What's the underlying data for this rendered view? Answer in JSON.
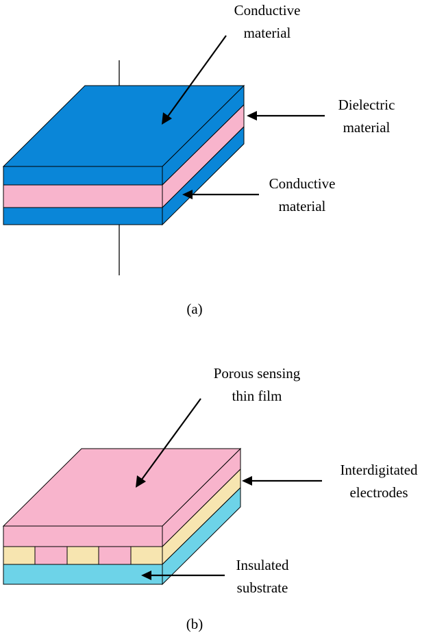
{
  "colors": {
    "conductive_face": "#0a86d8",
    "conductive_side": "#0a86d8",
    "dielectric_face": "#f8b4cc",
    "sensing_film": "#f8b4cc",
    "electrode": "#f7e5b0",
    "substrate": "#6dd3e8",
    "line": "#000000"
  },
  "panel_a": {
    "caption": "(a)",
    "labels": {
      "conductive_top": [
        "Conductive",
        "material"
      ],
      "dielectric": [
        "Dielectric",
        "material"
      ],
      "conductive_bottom": [
        "Conductive",
        "material"
      ]
    }
  },
  "panel_b": {
    "caption": "(b)",
    "labels": {
      "sensing_film": [
        "Porous sensing",
        "thin film"
      ],
      "electrodes": [
        "Interdigitated",
        "electrodes"
      ],
      "substrate": [
        "Insulated",
        "substrate"
      ]
    }
  }
}
